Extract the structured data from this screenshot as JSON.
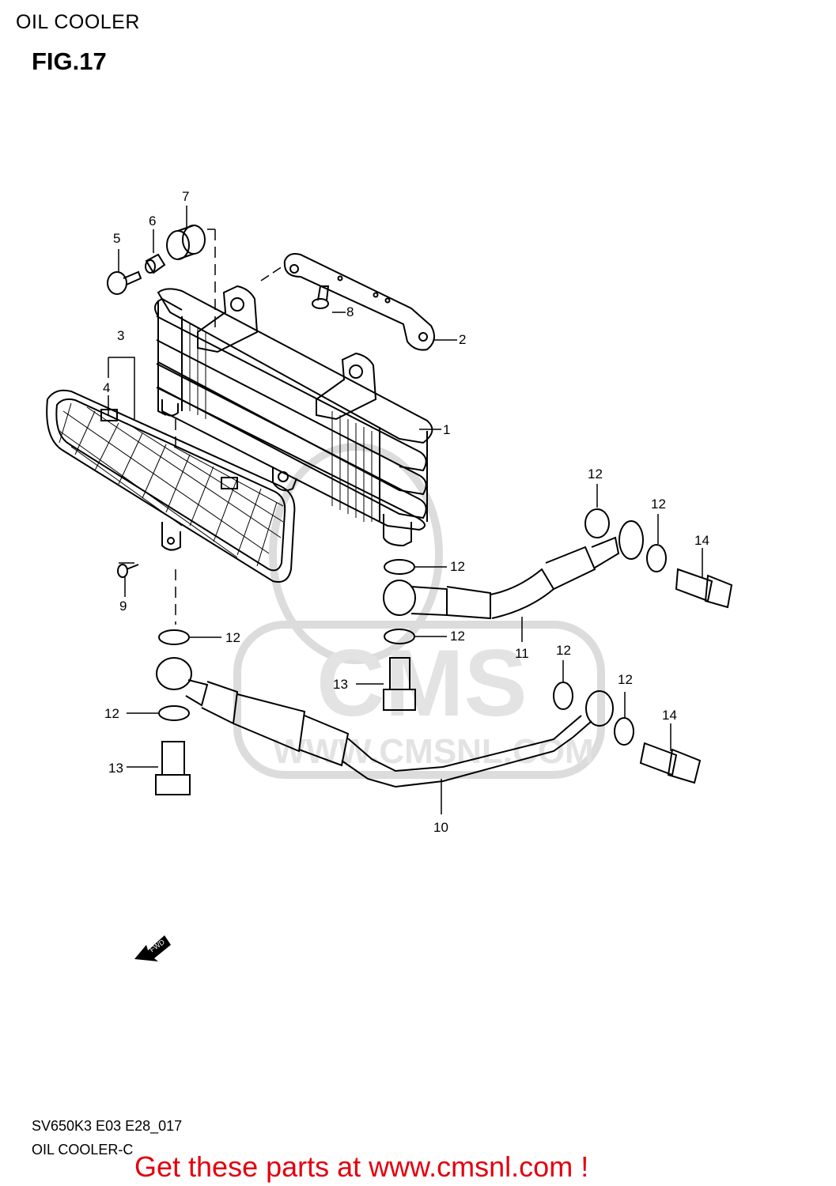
{
  "header": {
    "title": "OIL COOLER",
    "figure": "FIG.17"
  },
  "watermark": {
    "text": "WWW.CMSNL.COM",
    "logo_text": "CMS",
    "color": "#d6d6d6"
  },
  "callouts": [
    {
      "id": "c1",
      "label": "1"
    },
    {
      "id": "c2",
      "label": "2"
    },
    {
      "id": "c3",
      "label": "3"
    },
    {
      "id": "c4",
      "label": "4"
    },
    {
      "id": "c5",
      "label": "5"
    },
    {
      "id": "c6",
      "label": "6"
    },
    {
      "id": "c7",
      "label": "7"
    },
    {
      "id": "c8",
      "label": "8"
    },
    {
      "id": "c9",
      "label": "9"
    },
    {
      "id": "c10",
      "label": "10"
    },
    {
      "id": "c11",
      "label": "11"
    },
    {
      "id": "c12a",
      "label": "12"
    },
    {
      "id": "c12b",
      "label": "12"
    },
    {
      "id": "c12c",
      "label": "12"
    },
    {
      "id": "c12d",
      "label": "12"
    },
    {
      "id": "c12e",
      "label": "12"
    },
    {
      "id": "c12f",
      "label": "12"
    },
    {
      "id": "c12g",
      "label": "12"
    },
    {
      "id": "c12h",
      "label": "12"
    },
    {
      "id": "c13a",
      "label": "13"
    },
    {
      "id": "c13b",
      "label": "13"
    },
    {
      "id": "c14a",
      "label": "14"
    },
    {
      "id": "c14b",
      "label": "14"
    }
  ],
  "fwd_arrow": {
    "label": "FWD"
  },
  "footer": {
    "code": "SV650K3 E03 E28_017",
    "name": "OIL COOLER-C"
  },
  "promo": {
    "text": "Get these parts at www.cmsnl.com !",
    "color": "#e3000f"
  }
}
